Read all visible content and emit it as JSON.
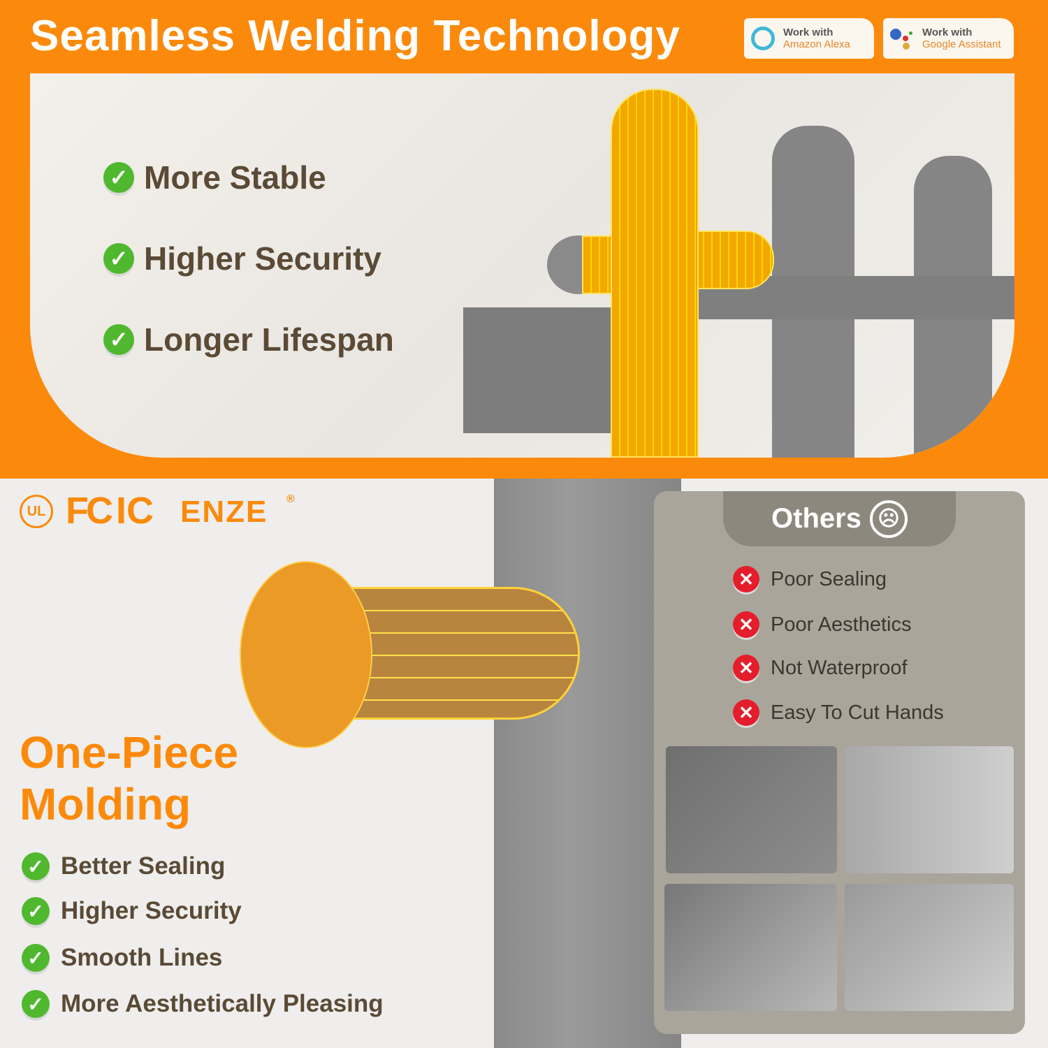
{
  "header": {
    "title": "Seamless Welding Technology"
  },
  "badges": [
    {
      "line1": "Work with",
      "line2": "Amazon Alexa",
      "icon": "alexa-ring-icon"
    },
    {
      "line1": "Work with",
      "line2": "Google Assistant",
      "icon": "google-assistant-dots-icon"
    }
  ],
  "top_features": [
    "More Stable",
    "Higher Security",
    "Longer Lifespan"
  ],
  "logos": {
    "ul": "UL",
    "fcc": "FC",
    "ic": "IC",
    "brand": "ENZE",
    "registered": "®"
  },
  "molding": {
    "title_line1": "One-Piece",
    "title_line2": "Molding",
    "features": [
      "Better Sealing",
      "Higher Security",
      "Smooth Lines",
      "More Aesthetically Pleasing"
    ]
  },
  "others": {
    "title": "Others",
    "issues": [
      "Poor Sealing",
      "Poor Aesthetics",
      "Not Waterproof",
      "Easy To Cut Hands"
    ]
  },
  "colors": {
    "accent": "#fb8a0c",
    "check": "#4fb82e",
    "cross": "#e41e2b",
    "others_panel": "#a9a59b"
  }
}
